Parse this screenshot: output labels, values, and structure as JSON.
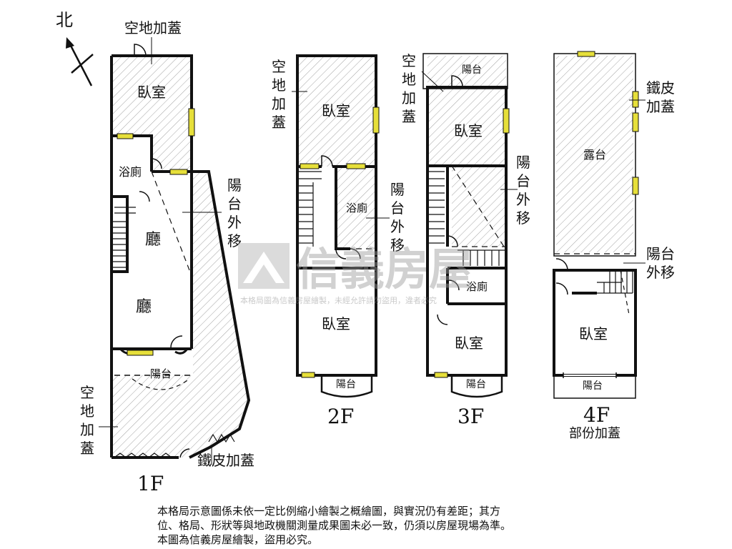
{
  "north": "北",
  "watermark": {
    "brand": "信義房屋",
    "notice": "本格局圖為信義房屋繪製，未經允許請勿盜用，違者必究"
  },
  "floor1": {
    "title": "1F",
    "vacant_add_top": "空地加蓋",
    "bedroom": "臥室",
    "bathroom": "浴廁",
    "hall_a": "廳",
    "hall_b": "廳",
    "balcony": "陽台",
    "balcony_ext": [
      "陽",
      "台",
      "外",
      "移"
    ],
    "vacant_add_side": [
      "空",
      "地",
      "加",
      "蓋"
    ],
    "iron_roof": "鐵皮加蓋"
  },
  "floor2": {
    "title": "2F",
    "vacant_add": [
      "空",
      "地",
      "加",
      "蓋"
    ],
    "bedroom_top": "臥室",
    "bathroom": "浴廁",
    "balcony_ext": [
      "陽",
      "台",
      "外",
      "移"
    ],
    "bedroom_bottom": "臥室",
    "balcony": "陽台"
  },
  "floor3": {
    "title": "3F",
    "vacant_add": [
      "空",
      "地",
      "加",
      "蓋"
    ],
    "balcony_top": "陽台",
    "bedroom_top": "臥室",
    "balcony_ext": [
      "陽",
      "台",
      "外",
      "移"
    ],
    "bathroom": "浴廁",
    "bedroom_bottom": "臥室",
    "balcony_bottom": "陽台"
  },
  "floor4": {
    "title": "4F",
    "subtitle": "部份加蓋",
    "terrace": "露台",
    "iron_roof": [
      "鐵皮",
      "加蓋"
    ],
    "balcony_ext": [
      "陽台",
      "外移"
    ],
    "bedroom": "臥室",
    "balcony": "陽台"
  },
  "disclaimer": {
    "line1": "本格局示意圖係未依一定比例縮小繪製之概繪圖，與實況仍有差距；其方",
    "line2": "位、格局、形狀等與地政機關測量成果圖未必一致，仍須以房屋現場為準。",
    "line3": "本圖為信義房屋繪製，盜用必究。"
  },
  "colors": {
    "wall": "#111111",
    "hatch": "#9a9a9a",
    "window": "#e6df3a",
    "watermark": "#b8b8b8"
  }
}
